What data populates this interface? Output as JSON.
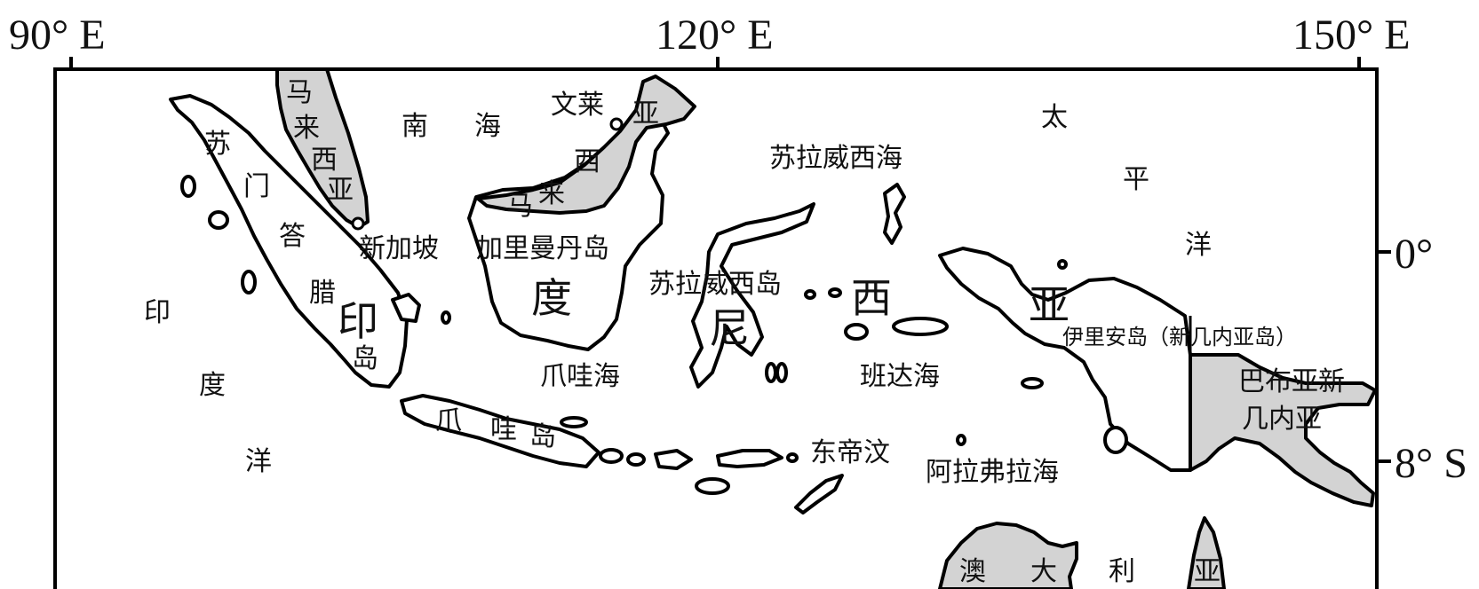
{
  "colors": {
    "foreign_land": "#d3d3d3",
    "land": "#ffffff",
    "outline": "#000000"
  },
  "coordinates": {
    "lon_90": "90° E",
    "lon_120": "120° E",
    "lon_150": "150° E",
    "lat_0": "0°",
    "lat_8s": "8° S"
  },
  "seas": {
    "south_china_sea": [
      "南",
      "海"
    ],
    "sulawesi_sea": "苏拉威西海",
    "pacific": [
      "太",
      "平",
      "洋"
    ],
    "indian_ocean": [
      "印",
      "度",
      "洋"
    ],
    "java_sea": "爪哇海",
    "banda_sea": "班达海",
    "arafura_sea": "阿拉弗拉海"
  },
  "countries": {
    "malaysia_west": [
      "马",
      "来",
      "西",
      "亚"
    ],
    "malaysia_east": [
      "马",
      "来",
      "西",
      "亚"
    ],
    "brunei": "文莱",
    "singapore": "新加坡",
    "indonesia": [
      "印",
      "度",
      "尼",
      "西",
      "亚"
    ],
    "east_timor": "东帝汶",
    "papua_new_guinea": [
      "巴布亚新",
      "几内亚"
    ],
    "australia": [
      "澳",
      "大",
      "利",
      "亚"
    ]
  },
  "islands": {
    "sumatra": [
      "苏",
      "门",
      "答",
      "腊"
    ],
    "sumatra_suffix": [
      "岛"
    ],
    "kalimantan": "加里曼丹岛",
    "sulawesi": "苏拉威西岛",
    "java": [
      "爪",
      "哇",
      "岛"
    ],
    "irian": "伊里安岛（新几内亚岛）"
  }
}
